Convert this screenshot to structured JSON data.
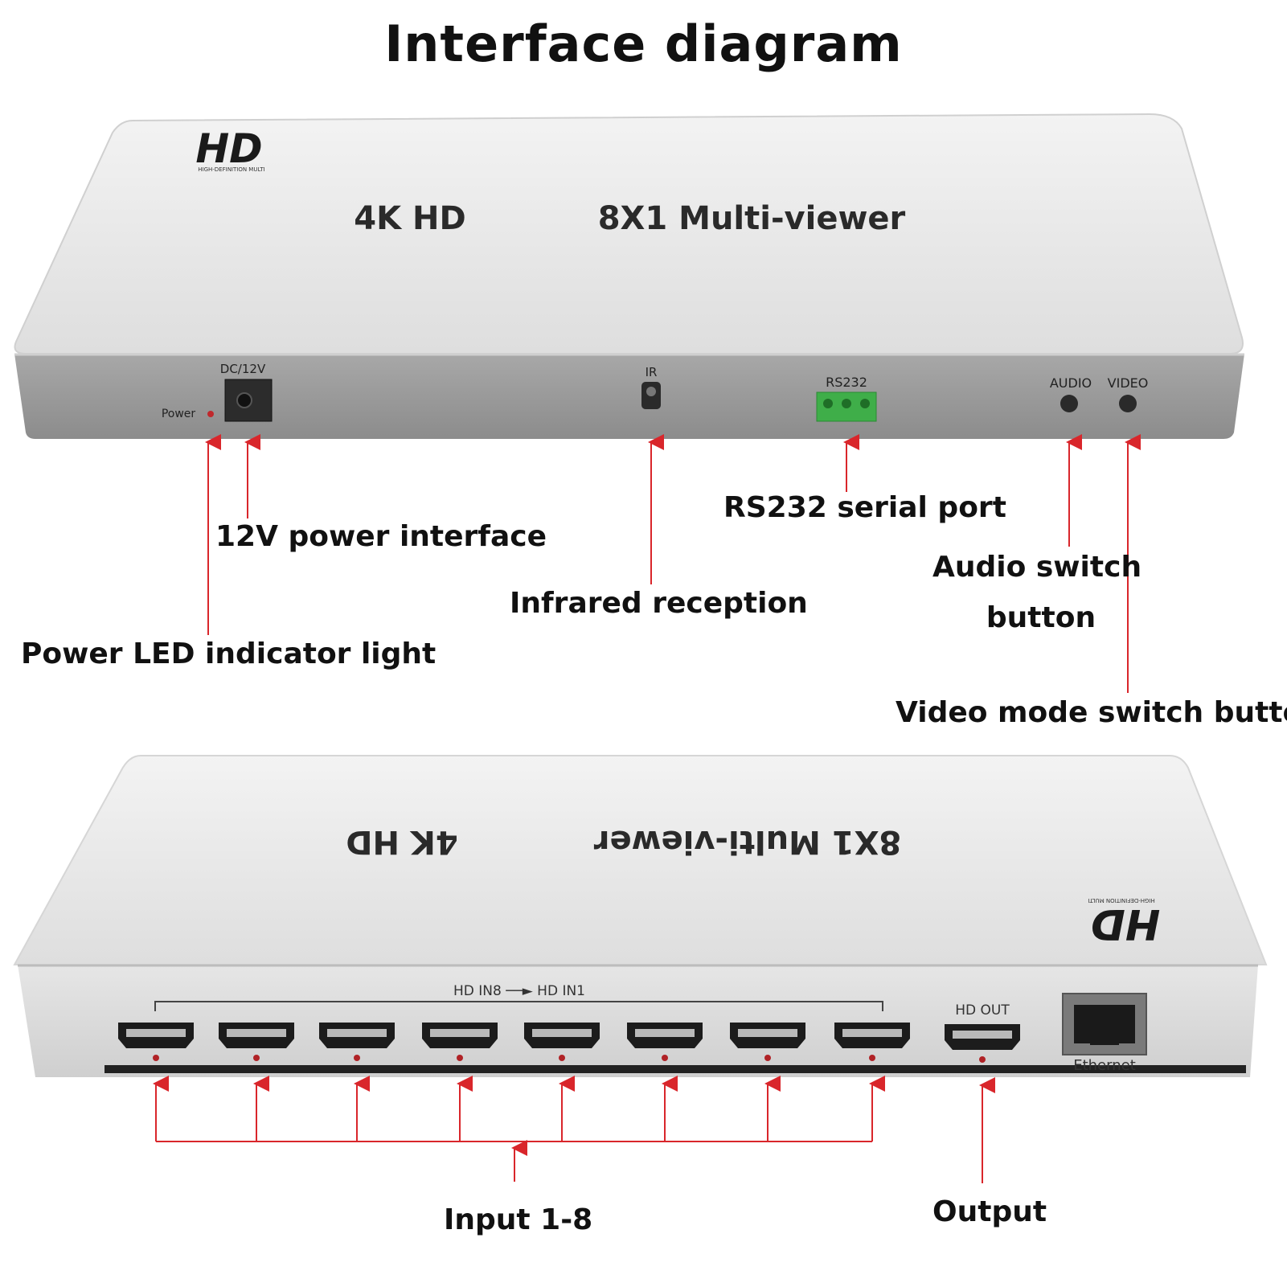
{
  "title": "Interface diagram",
  "colors": {
    "callout_line": "#d9262b",
    "device_top": "#ececec",
    "device_front": "#9a9a9a",
    "terminal_green": "#3fae49"
  },
  "top_device": {
    "logo": "HD",
    "logo_sub": "HIGH-DEFINITION MULTI",
    "model_left": "4K HD",
    "model_right": "8X1 Multi-viewer",
    "labels": {
      "power": "Power",
      "dc": "DC/12V",
      "ir": "IR",
      "rs232": "RS232",
      "audio": "AUDIO",
      "video": "VIDEO"
    }
  },
  "bottom_device": {
    "logo": "HD",
    "logo_sub": "HIGH-DEFINITION MULTI",
    "model_left": "4K HD",
    "model_right": "8X1 Multi-viewer",
    "labels": {
      "inputs": "HD   IN8 ──► HD   IN1",
      "out": "HD    OUT",
      "ethernet": "Ethernet"
    }
  },
  "callouts": {
    "power_led": "Power LED indicator light",
    "power_interface": "12V power interface",
    "infrared": "Infrared reception",
    "rs232": "RS232 serial port",
    "audio_line1": "Audio switch",
    "audio_line2": "button",
    "video": "Video mode switch button",
    "inputs": "Input 1-8",
    "output": "Output"
  }
}
